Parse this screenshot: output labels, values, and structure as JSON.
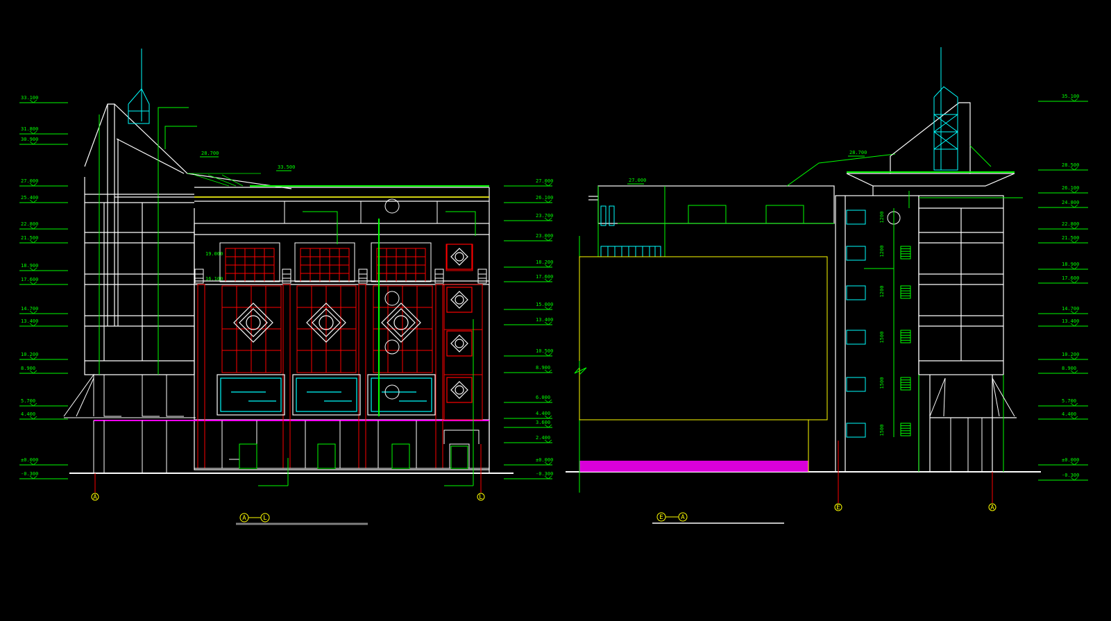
{
  "colors": {
    "background": "#000000",
    "outline": "#ffffff",
    "annotation": "#00ff00",
    "accent": "#ff0000",
    "glass": "#00ffff",
    "base": "#ff00ff",
    "yellow": "#ffff00"
  },
  "left_elevation": {
    "title_axes": [
      "A",
      "L"
    ],
    "axis_start": "A",
    "axis_end": "L",
    "levels_left": [
      "33.100",
      "31.800",
      "30.900",
      "27.000",
      "25.400",
      "22.800",
      "21.500",
      "18.900",
      "17.600",
      "14.700",
      "13.400",
      "10.200",
      "8.900",
      "5.700",
      "4.400",
      "±0.000",
      "-0.300"
    ],
    "levels_right": [
      "27.000",
      "26.100",
      "23.700",
      "23.000",
      "18.200",
      "17.600",
      "15.000",
      "13.400",
      "10.500",
      "8.900",
      "6.000",
      "4.400",
      "3.600",
      "2.400",
      "±0.000",
      "-0.300"
    ],
    "annotations": [
      "28.700",
      "33.500",
      "19.000",
      "16.100"
    ]
  },
  "right_elevation": {
    "title_axes": [
      "E",
      "A"
    ],
    "axis_start": "E",
    "axis_end": "A",
    "levels_right": [
      "35.100",
      "28.500",
      "26.100",
      "24.800",
      "22.800",
      "21.500",
      "18.900",
      "17.600",
      "14.700",
      "13.400",
      "10.200",
      "8.900",
      "5.700",
      "4.400",
      "±0.000",
      "-0.300"
    ],
    "annotations": [
      "28.700",
      "27.000"
    ],
    "dimensions": [
      "1200",
      "1200",
      "1200",
      "1500",
      "1500",
      "1500"
    ]
  }
}
